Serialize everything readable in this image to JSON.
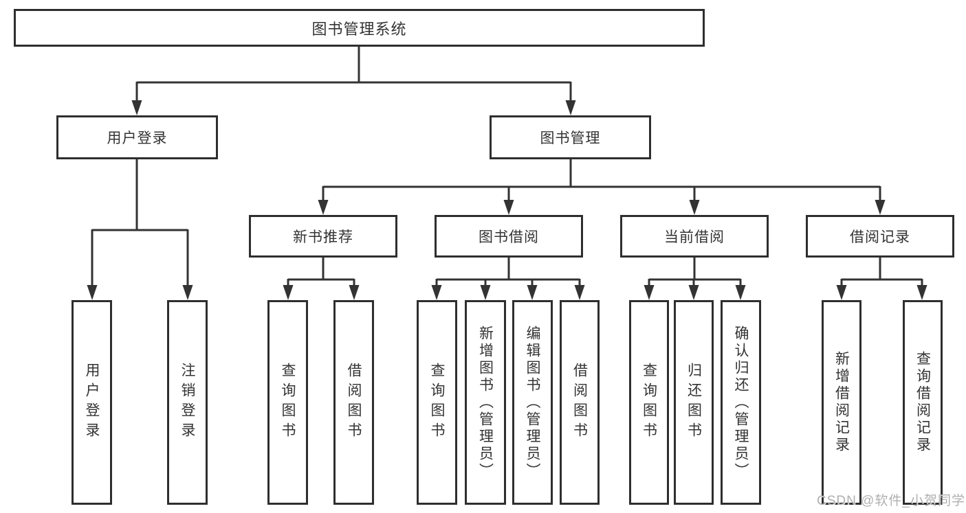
{
  "diagram": {
    "type": "tree",
    "colors": {
      "line": "#333333",
      "box_border": "#2e2e2e",
      "text": "#333333",
      "background": "#ffffff",
      "watermark": "#a8a8a8"
    },
    "root": {
      "label": "图书管理系统"
    },
    "level2": [
      {
        "label": "用户登录"
      },
      {
        "label": "图书管理"
      }
    ],
    "level3": [
      {
        "label": "新书推荐",
        "parent": "图书管理"
      },
      {
        "label": "图书借阅",
        "parent": "图书管理"
      },
      {
        "label": "当前借阅",
        "parent": "图书管理"
      },
      {
        "label": "借阅记录",
        "parent": "图书管理"
      }
    ],
    "leaves": [
      {
        "label": "用户登录",
        "parent": "用户登录"
      },
      {
        "label": "注销登录",
        "parent": "用户登录"
      },
      {
        "label": "查询图书",
        "parent": "新书推荐"
      },
      {
        "label": "借阅图书",
        "parent": "新书推荐"
      },
      {
        "label": "查询图书",
        "parent": "图书借阅"
      },
      {
        "label": "新增图书（管理员）",
        "parent": "图书借阅"
      },
      {
        "label": "编辑图书（管理员）",
        "parent": "图书借阅"
      },
      {
        "label": "借阅图书",
        "parent": "图书借阅"
      },
      {
        "label": "查询图书",
        "parent": "当前借阅"
      },
      {
        "label": "归还图书",
        "parent": "当前借阅"
      },
      {
        "label": "确认归还（管理员）",
        "parent": "当前借阅"
      },
      {
        "label": "新增借阅记录",
        "parent": "借阅记录"
      },
      {
        "label": "查询借阅记录",
        "parent": "借阅记录"
      }
    ]
  },
  "watermark": {
    "text": "CSDN @软件_小贺同学"
  }
}
